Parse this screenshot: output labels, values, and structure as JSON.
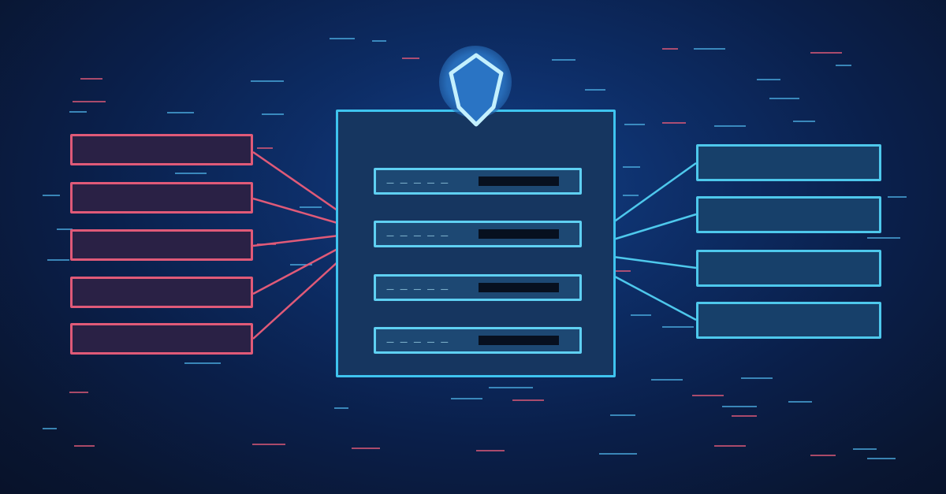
{
  "illustration": {
    "source_boxes": 5,
    "target_boxes": 4,
    "hub_rows": 4,
    "colors": {
      "background": "#0b2250",
      "source": "#e05a78",
      "target": "#4ec8ec",
      "hub": "#3fc4ef",
      "shield": "#bfeefc"
    },
    "icons": [
      "shield-icon"
    ]
  }
}
